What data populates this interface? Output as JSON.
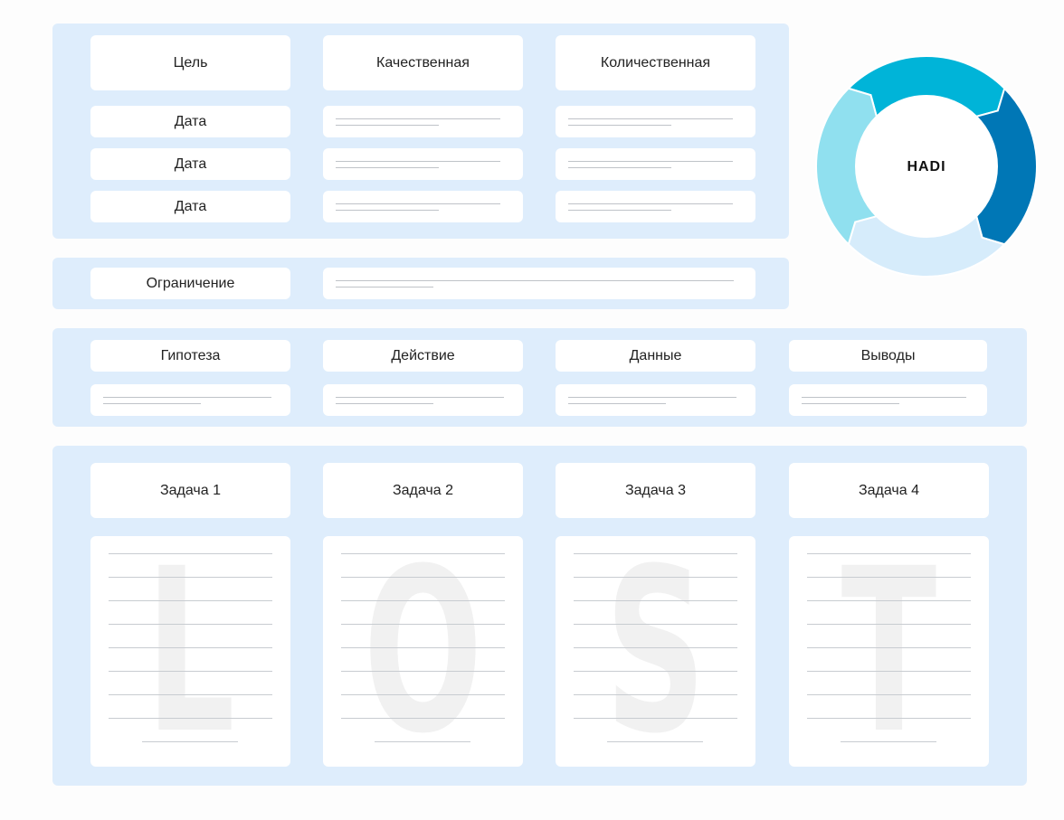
{
  "goal": {
    "headers": [
      "Цель",
      "Качественная",
      "Количественная"
    ],
    "rows": [
      "Дата",
      "Дата",
      "Дата"
    ]
  },
  "constraint": {
    "label": "Ограничение"
  },
  "hypothesis": {
    "headers": [
      "Гипотеза",
      "Действие",
      "Данные",
      "Выводы"
    ]
  },
  "tasks": {
    "headers": [
      "Задача 1",
      "Задача 2",
      "Задача 3",
      "Задача 4"
    ],
    "letters": [
      "L",
      "O",
      "S",
      "T"
    ]
  },
  "hadi": {
    "label": "HADI",
    "colors": [
      "#00b4d8",
      "#0077b6",
      "#d6ecfb",
      "#90e0ef"
    ]
  }
}
